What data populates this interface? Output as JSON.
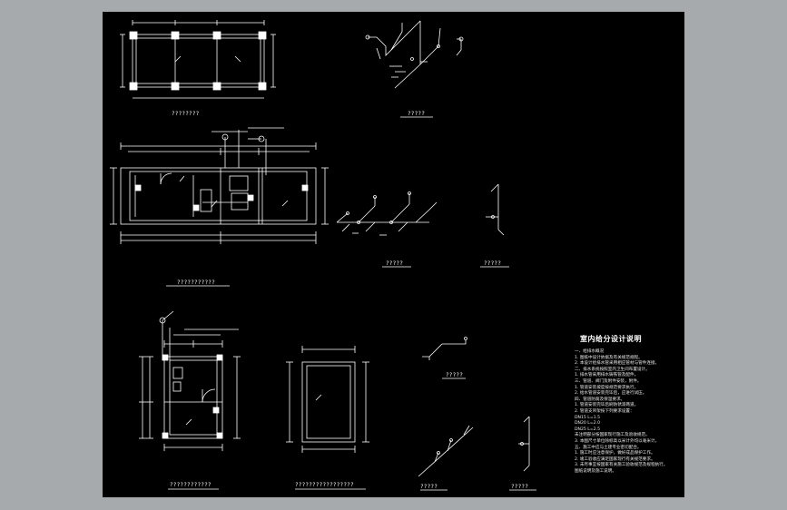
{
  "labels": {
    "drawing_1": "????????",
    "drawing_2": "?????",
    "drawing_3": "???????????",
    "drawing_4": "?????",
    "drawing_5": "?????",
    "drawing_6": "?????",
    "drawing_7": "????????????",
    "drawing_8": "?????????????????",
    "drawing_9": "?????",
    "drawing_10": "?????"
  },
  "notes": {
    "title": "室内给分设计说明",
    "lines": [
      "一、给排水概况",
      "  1. 图纸中设计依据及有关规范规程。",
      "  2. 本设计给排水管采用相应管材与管件连接。",
      "二、排水系统按照室内卫生间布置设计。",
      "  1. 排水管采用排水铸铁管及配件。",
      "三、管道、阀门及附件安装，附件。",
      "  1. 管道安装坡度按规范要求执行。",
      "  2. 给水管道安装完毕后，应进行试压。",
      "四、管道防腐及保温要求。",
      "  1. 管道安装完毕后刷防锈漆两道。",
      "  2. 管道支吊架按下列要求设置：",
      "    DN15  L=1.5",
      "    DN20  L=2.0",
      "    DN25  L=2.5",
      "  未注明部分按国家现行施工及验收规范。",
      "  3. 本图尺寸单位除标高以米计外均以毫米计。",
      "五、施工中应与土建专业密切配合。",
      "  1. 施工时应注意保护，做好成品保护工作。",
      "  2. 竣工验收应满足国家现行有关规范要求。",
      "  3. 未尽事宜按国家有关施工验收规范及规程执行。",
      "    图纸说明及施工说明。"
    ]
  }
}
